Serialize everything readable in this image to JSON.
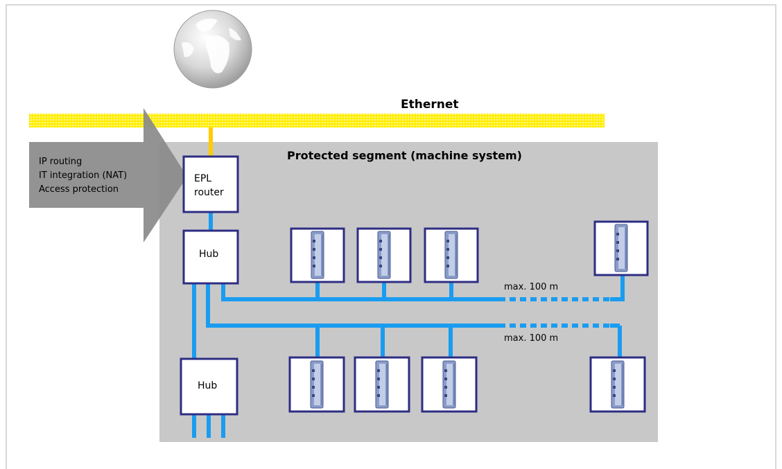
{
  "diagram": {
    "ethernet_label": "Ethernet",
    "segment_label": "Protected segment (machine system)",
    "arrow_lines": [
      "IP routing",
      "IT integration (NAT)",
      "Access protection"
    ],
    "router_label_line1": "EPL",
    "router_label_line2": "router",
    "hub1_label": "Hub",
    "hub2_label": "Hub",
    "distance_label_1": "max. 100 m",
    "distance_label_2": "max. 100 m",
    "colors": {
      "ethernet": "#ffee00",
      "link": "#1a9cf0",
      "segment": "#c8c8c8",
      "arrow": "#8a8a8a",
      "box_border": "#2d2d84"
    },
    "icons": [
      "globe-icon",
      "drive-module-icon"
    ]
  }
}
